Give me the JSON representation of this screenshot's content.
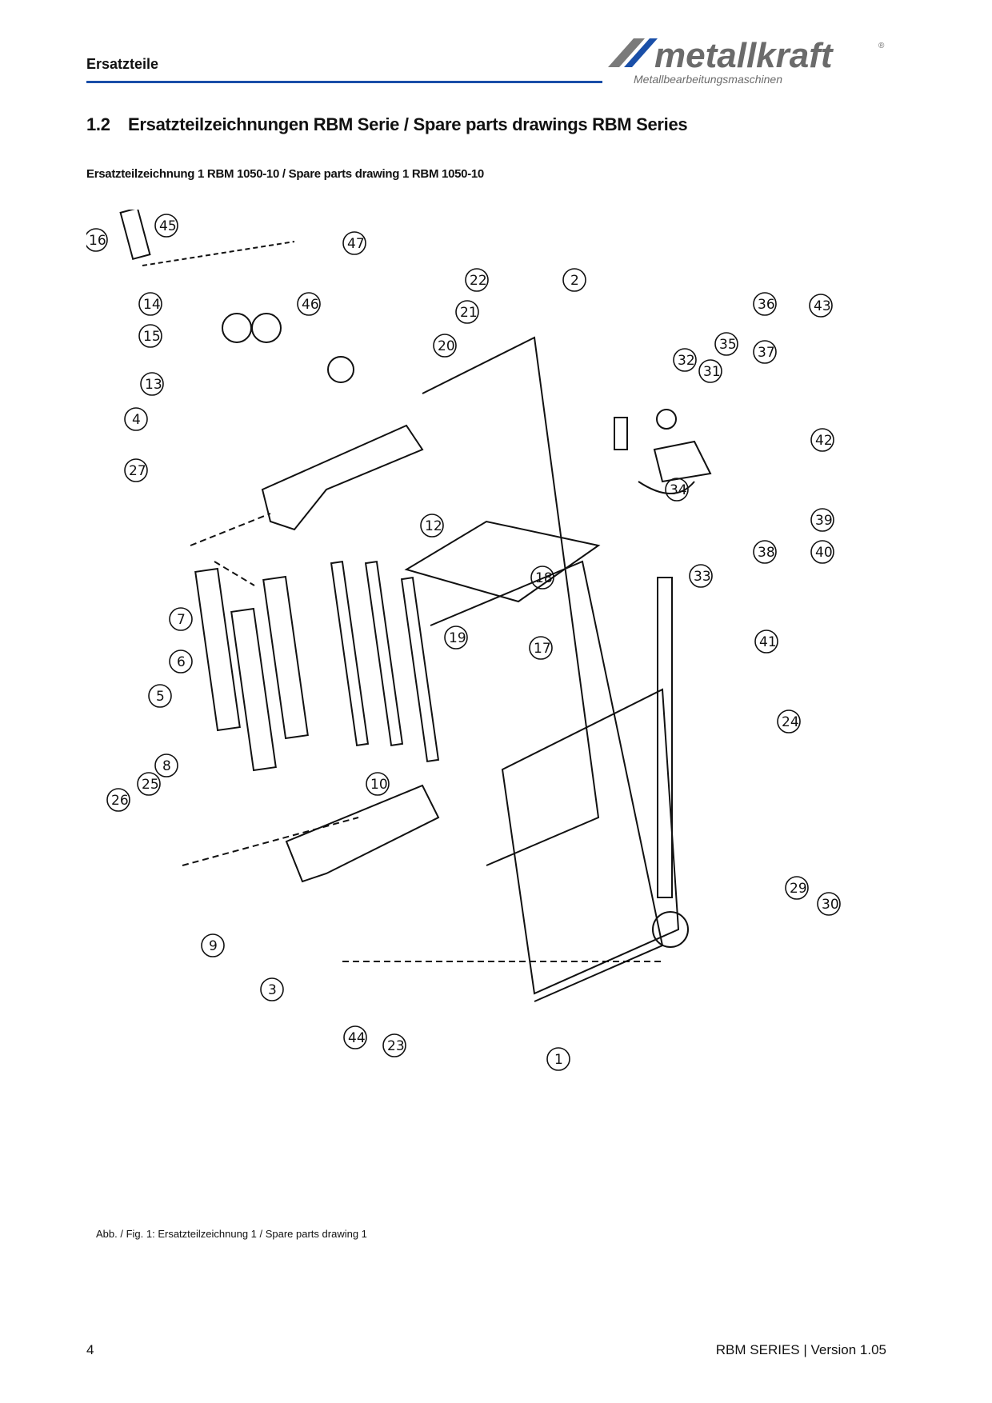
{
  "header": {
    "section": "Ersatzteile",
    "logo_word": "metallkraft",
    "logo_tagline": "Metallbearbeitungsmaschinen",
    "logo_mark": "®"
  },
  "heading": {
    "number": "1.2",
    "title": "Ersatzteilzeichnungen RBM Serie / Spare parts drawings RBM Series"
  },
  "subheading": "Ersatzteilzeichnung 1 RBM 1050-10 / Spare parts drawing 1 RBM 1050-10",
  "drawing": {
    "callouts": [
      "1",
      "2",
      "3",
      "4",
      "5",
      "6",
      "7",
      "8",
      "9",
      "10",
      "12",
      "13",
      "14",
      "15",
      "16",
      "17",
      "18",
      "19",
      "20",
      "21",
      "22",
      "23",
      "24",
      "25",
      "26",
      "27",
      "29",
      "30",
      "31",
      "32",
      "33",
      "34",
      "35",
      "36",
      "37",
      "38",
      "39",
      "40",
      "41",
      "42",
      "43",
      "44",
      "45",
      "46",
      "47"
    ]
  },
  "caption": "Abb. / Fig. 1: Ersatzteilzeichnung 1 / Spare parts drawing 1",
  "footer": {
    "page": "4",
    "version": "RBM SERIES | Version 1.05"
  },
  "colors": {
    "accent": "#1a4fa8",
    "logo_gray": "#6b6b6b"
  }
}
